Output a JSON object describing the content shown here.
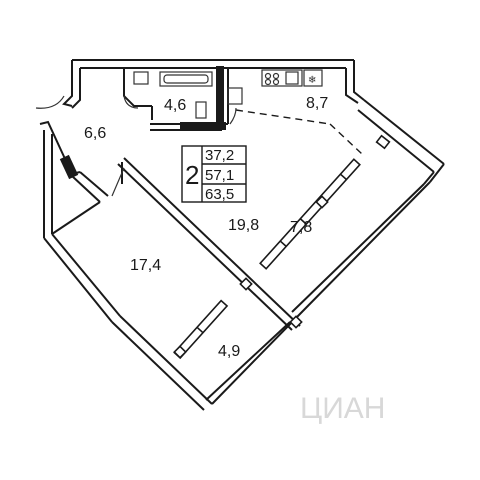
{
  "plan": {
    "rooms": [
      {
        "id": "hall",
        "area": "6,6"
      },
      {
        "id": "bathroom",
        "area": "4,6"
      },
      {
        "id": "kitchen",
        "area": "8,7"
      },
      {
        "id": "living",
        "area": "19,8"
      },
      {
        "id": "bedroom",
        "area": "17,4"
      },
      {
        "id": "balcony-main",
        "area": "7,8"
      },
      {
        "id": "balcony-small",
        "area": "4,9"
      }
    ],
    "summary": {
      "room_count": "2",
      "living_area": "37,2",
      "total_area": "57,1",
      "total_with_balcony": "63,5"
    },
    "watermark": "ЦИАН",
    "colors": {
      "wall": "#1a1a1a",
      "line": "#333333",
      "background": "#ffffff"
    }
  }
}
